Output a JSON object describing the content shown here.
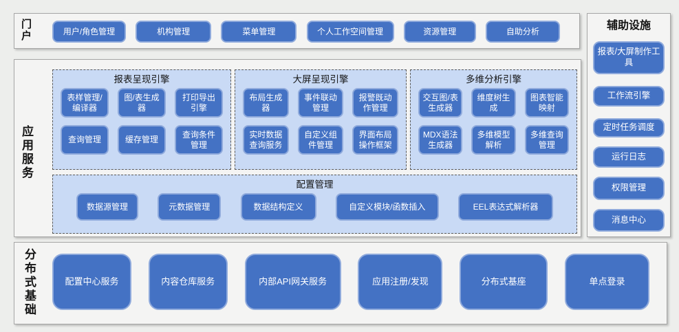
{
  "colors": {
    "page_bg": "#edeeec",
    "section_bg": "#f4f4f3",
    "section_border": "#a6a6a6",
    "button_blue": "#4472c4",
    "button_border": "#8faadc",
    "panel_bg": "#c9daf5",
    "panel_dashed_border": "#595959"
  },
  "portal": {
    "label": "门户",
    "buttons": [
      "用户/角色管理",
      "机构管理",
      "菜单管理",
      "个人工作空间管理",
      "资源管理",
      "自助分析"
    ]
  },
  "app_services": {
    "label": "应用服务",
    "engines": [
      {
        "title": "报表呈现引擎",
        "buttons": [
          "表样管理/编译器",
          "图/表生成器",
          "打印导出引擎",
          "查询管理",
          "缓存管理",
          "查询条件管理"
        ]
      },
      {
        "title": "大屏呈现引擎",
        "buttons": [
          "布局生成器",
          "事件联动管理",
          "报警既动作管理",
          "实时数据查询服务",
          "自定义组件管理",
          "界面布局操作框架"
        ]
      },
      {
        "title": "多维分析引擎",
        "buttons": [
          "交互图/表生成器",
          "维度树生成",
          "图表智能映射",
          "MDX语法生成器",
          "多维模型解析",
          "多维查询管理"
        ]
      }
    ],
    "config": {
      "title": "配置管理",
      "buttons": [
        "数据源管理",
        "元数据管理",
        "数据结构定义",
        "自定义模块/函数插入",
        "EEL表达式解析器"
      ]
    }
  },
  "auxiliary": {
    "title": "辅助设施",
    "buttons": [
      "报表/大屏制作工具",
      "工作流引擎",
      "定时任务调度",
      "运行日志",
      "权限管理",
      "消息中心"
    ]
  },
  "distributed": {
    "label": "分布式基础",
    "buttons": [
      "配置中心服务",
      "内容仓库服务",
      "内部API网关服务",
      "应用注册/发现",
      "分布式基座",
      "单点登录"
    ]
  }
}
